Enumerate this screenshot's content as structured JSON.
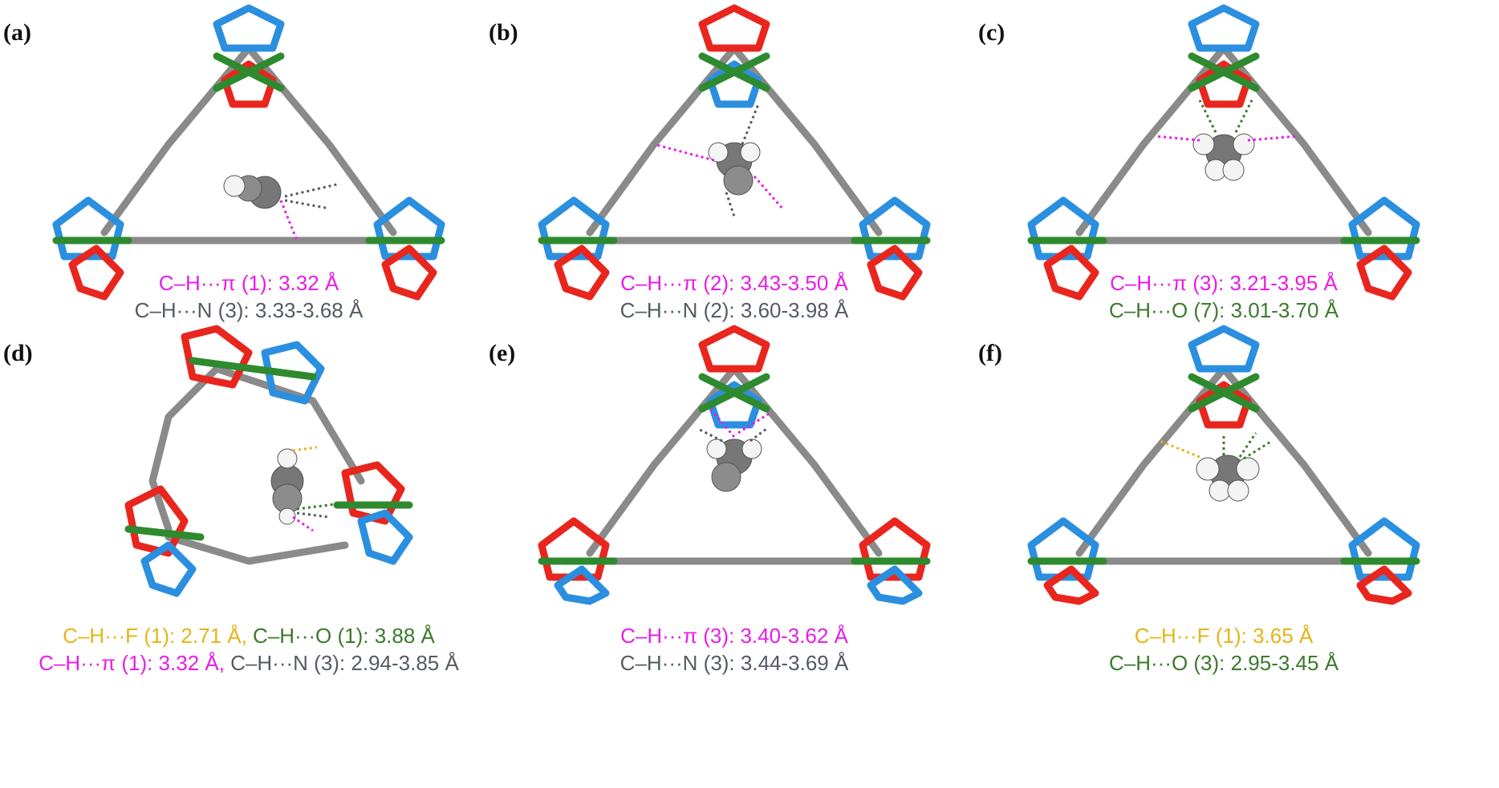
{
  "colors": {
    "carbon": "#8a8a8a",
    "nitrogen": "#2b8fe0",
    "oxygen": "#e8261e",
    "metal": "#2e8a2e",
    "fluorine": "#8fe6e8",
    "hydrogen": "#f4f4f4",
    "ch_pi": "#e81ce8",
    "ch_n": "#555a66",
    "ch_o": "#3b7a2c",
    "ch_f": "#e6b416"
  },
  "panels": [
    {
      "label": "(a)",
      "captions": [
        [
          {
            "text": "C–H···π (1): 3.32 Å",
            "color": "magenta"
          }
        ],
        [
          {
            "text": "C–H···N (3): 3.33-3.68 Å",
            "color": "gray"
          }
        ]
      ]
    },
    {
      "label": "(b)",
      "captions": [
        [
          {
            "text": "C–H···π (2): 3.43-3.50 Å",
            "color": "magenta"
          }
        ],
        [
          {
            "text": "C–H···N (2): 3.60-3.98 Å",
            "color": "gray"
          }
        ]
      ]
    },
    {
      "label": "(c)",
      "captions": [
        [
          {
            "text": "C–H···π (3): 3.21-3.95 Å",
            "color": "magenta"
          }
        ],
        [
          {
            "text": "C–H···O (7): 3.01-3.70 Å",
            "color": "green"
          }
        ]
      ]
    },
    {
      "label": "(d)",
      "captions": [
        [
          {
            "text": "C–H···F (1): 2.71 Å, ",
            "color": "yellow"
          },
          {
            "text": "C–H···O (1): 3.88 Å",
            "color": "green"
          }
        ],
        [
          {
            "text": "C–H···π (1): 3.32 Å, ",
            "color": "magenta"
          },
          {
            "text": "C–H···N (3): 2.94-3.85 Å",
            "color": "gray"
          }
        ]
      ]
    },
    {
      "label": "(e)",
      "captions": [
        [
          {
            "text": "C–H···π (3): 3.40-3.62 Å",
            "color": "magenta"
          }
        ],
        [
          {
            "text": "C–H···N (3): 3.44-3.69 Å",
            "color": "gray"
          }
        ]
      ]
    },
    {
      "label": "(f)",
      "captions": [
        [
          {
            "text": "C–H···F (1): 3.65 Å",
            "color": "yellow"
          }
        ],
        [
          {
            "text": "C–H···O (3): 2.95-3.45 Å",
            "color": "green"
          }
        ]
      ]
    }
  ]
}
